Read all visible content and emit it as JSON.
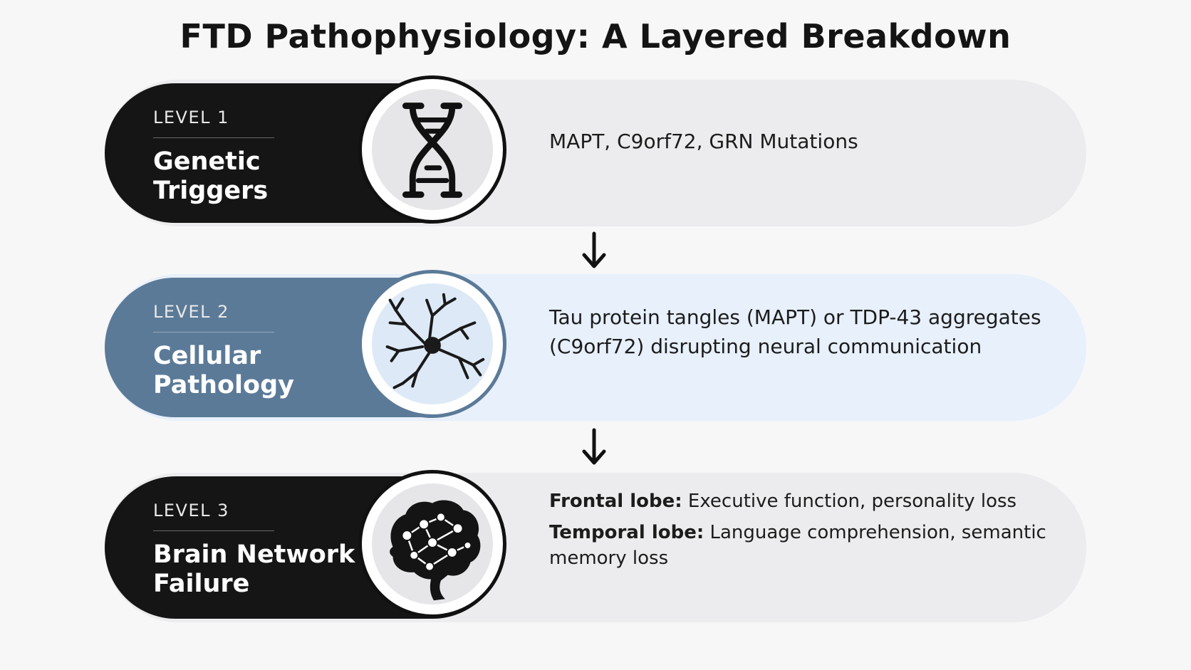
{
  "title": "FTD Pathophysiology: A Layered Breakdown",
  "colors": {
    "dark_pill": "#151515",
    "blue_pill": "#5b7a98",
    "gray_bar": "#ececee",
    "blue_bar": "#e7f0fb"
  },
  "levels": [
    {
      "level": "LEVEL 1",
      "name_line1": "Genetic",
      "name_line2": "Triggers",
      "icon": "dna-icon",
      "description": "MAPT, C9orf72, GRN Mutations"
    },
    {
      "level": "LEVEL 2",
      "name_line1": "Cellular",
      "name_line2": "Pathology",
      "icon": "neuron-icon",
      "description": "Tau protein tangles (MAPT) or TDP-43 aggregates (C9orf72) disrupting neural communication"
    },
    {
      "level": "LEVEL 3",
      "name_line1": "Brain Network",
      "name_line2": "Failure",
      "icon": "brain-network-icon",
      "items": [
        {
          "label": "Frontal lobe:",
          "text": "Executive function, personality loss"
        },
        {
          "label": "Temporal lobe:",
          "text": "Language comprehension, semantic memory loss"
        }
      ]
    }
  ]
}
